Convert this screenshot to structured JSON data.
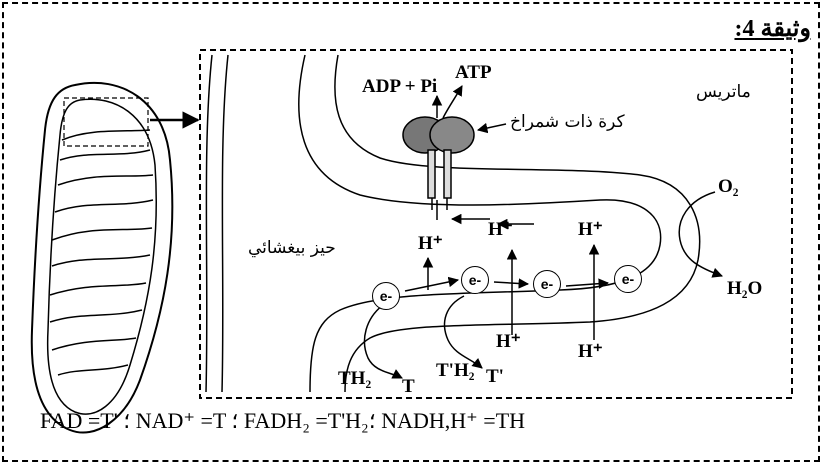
{
  "document": {
    "title": "وثيقة 4:",
    "legend": "FAD =T' ؛ NAD⁺ =T ؛ FADH₂ =T'H₂؛ NADH,H⁺ =TH"
  },
  "labels": {
    "matrix": "ماتريس",
    "synthase": "كرة ذات شمراخ",
    "intermembrane_space": "حيز بيغشائي",
    "adp_pi": "ADP + Pi",
    "atp": "ATP",
    "o2": "O₂",
    "h2o": "H₂O",
    "th2": "TH₂",
    "t": "T",
    "tprime_h2": "T'H₂",
    "tprime": "T'",
    "h_plus": "H⁺",
    "electron": "e-"
  }
}
